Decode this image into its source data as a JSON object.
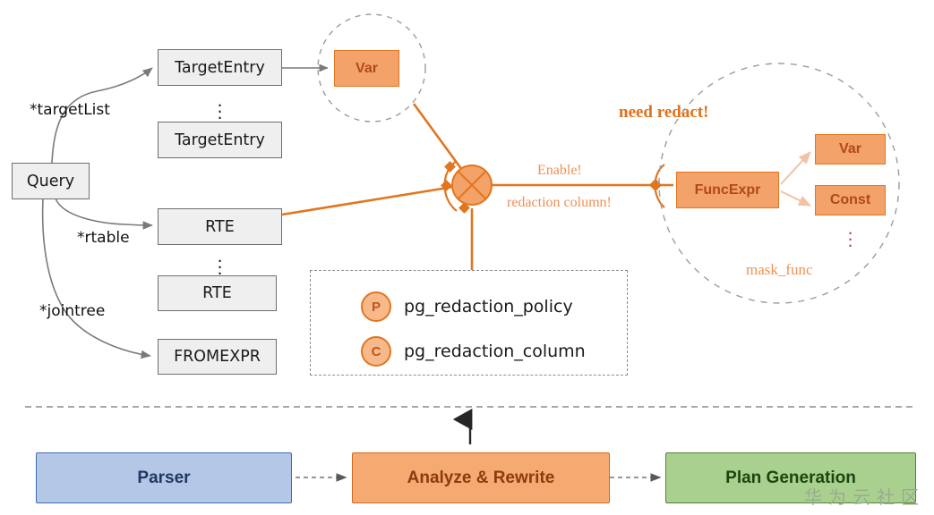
{
  "diagram": {
    "title_watermark": "华为云社区",
    "colors": {
      "orange_fill": "#f3a269",
      "orange_border": "#e1761f",
      "orange_text": "#b24a14",
      "grey_fill": "#efefef",
      "grey_border": "#6e6e6e",
      "parser_fill": "#b4c7e7",
      "parser_border": "#3f6eb5",
      "parser_text": "#1f3864",
      "analyze_fill": "#f5aa72",
      "analyze_border": "#d2691e",
      "analyze_text": "#8d3b0e",
      "plan_fill": "#a9d08e",
      "plan_border": "#548235",
      "plan_text": "#1d4512",
      "accent_line": "#e1761f",
      "light_orange_text": "#ef8f54",
      "dots_pink": "#a23a6b"
    },
    "parse_tree": {
      "root": "Query",
      "edge_labels": [
        "*targetList",
        "*rtable",
        "*jointree"
      ],
      "nodes": [
        "TargetEntry",
        "TargetEntry",
        "RTE",
        "RTE",
        "FROMEXPR"
      ],
      "ellipsis": "⋮"
    },
    "var_bubble": {
      "node": "Var"
    },
    "junction": {
      "enable_label": "Enable!",
      "column_label": "redaction column!"
    },
    "mask_bubble": {
      "callout": "need redact!",
      "caption": "mask_func",
      "nodes": [
        "FuncExpr",
        "Var",
        "Const"
      ],
      "ellipsis": "⋮"
    },
    "legend": {
      "rows": [
        {
          "badge": "P",
          "label": "pg_redaction_policy"
        },
        {
          "badge": "C",
          "label": "pg_redaction_column"
        }
      ]
    },
    "pipeline": {
      "stages": [
        {
          "label": "Parser"
        },
        {
          "label": "Analyze & Rewrite"
        },
        {
          "label": "Plan Generation"
        }
      ]
    }
  }
}
